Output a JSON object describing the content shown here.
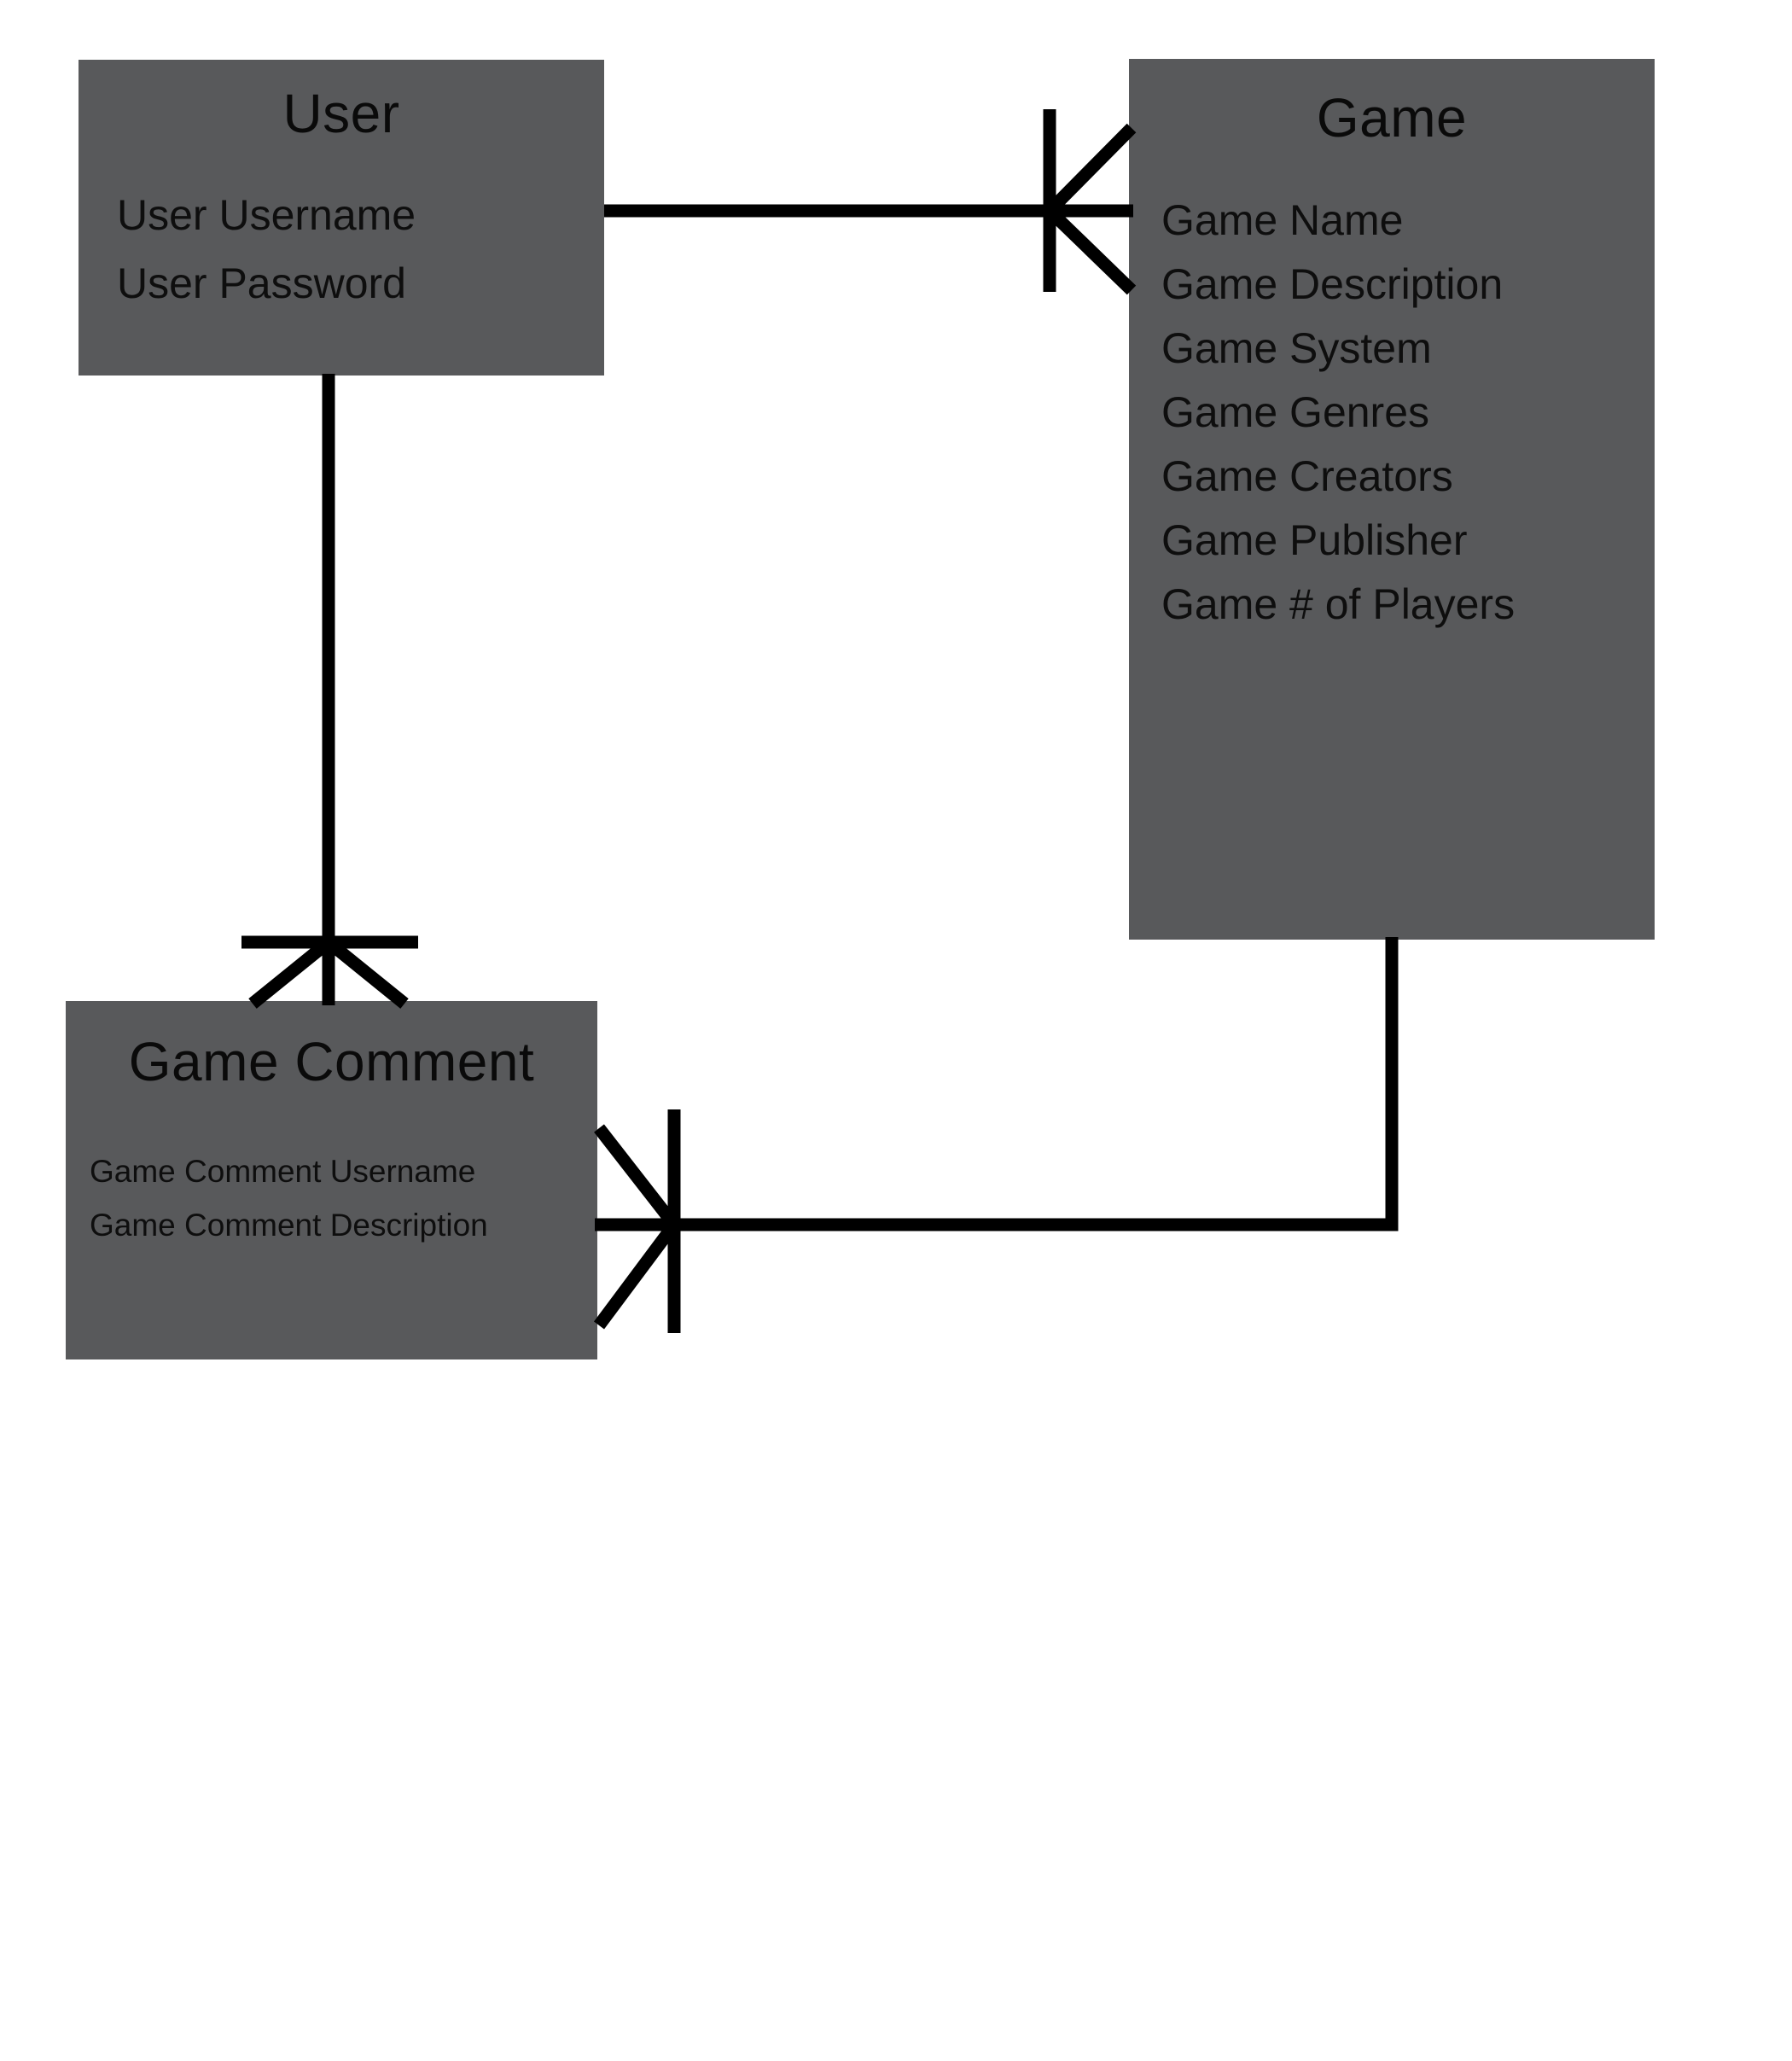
{
  "diagram": {
    "type": "entity-relationship-diagram",
    "notation": "crow-foot",
    "background_color": "#ffffff"
  },
  "colors": {
    "entity_fill": "#58595b",
    "connector_line": "#000000",
    "text": "#0e0e0e"
  },
  "entities": {
    "user": {
      "title": "User",
      "attributes": [
        "User Username",
        "User Password"
      ]
    },
    "game": {
      "title": "Game",
      "attributes": [
        "Game Name",
        "Game Description",
        "Game System",
        "Game Genres",
        "Game Creators",
        "Game Publisher",
        "Game # of Players"
      ]
    },
    "game_comment": {
      "title": "Game Comment",
      "attributes": [
        "Game Comment Username",
        "Game Comment Description"
      ]
    }
  },
  "relationships": [
    {
      "from": "User",
      "to": "Game",
      "cardinality": "one-to-many",
      "many_end": "Game"
    },
    {
      "from": "User",
      "to": "Game Comment",
      "cardinality": "one-to-many",
      "many_end": "Game Comment"
    },
    {
      "from": "Game",
      "to": "Game Comment",
      "cardinality": "one-to-many",
      "many_end": "Game Comment"
    }
  ]
}
